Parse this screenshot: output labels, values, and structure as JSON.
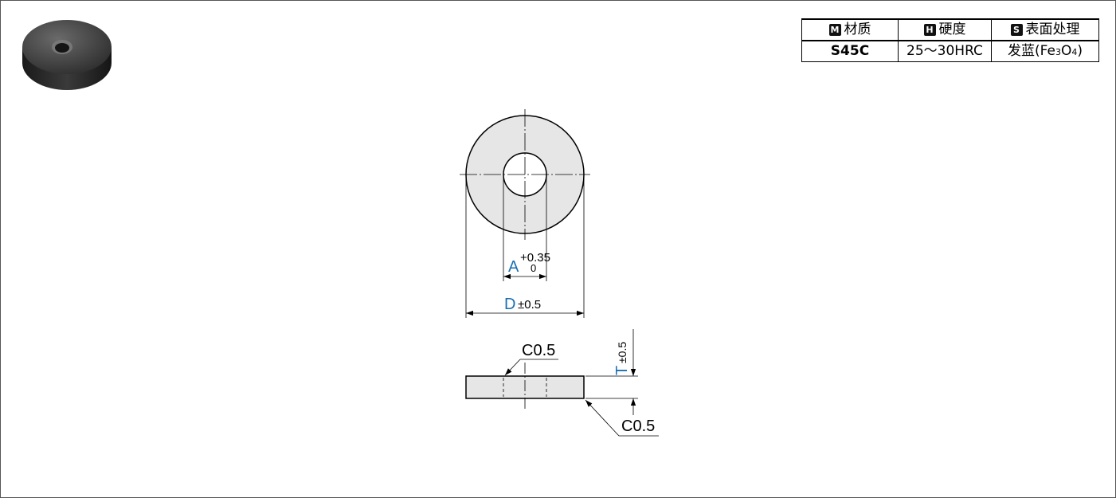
{
  "spec_table": {
    "headers": [
      {
        "badge": "M",
        "label": "材质"
      },
      {
        "badge": "H",
        "label": "硬度"
      },
      {
        "badge": "S",
        "label": "表面处理"
      }
    ],
    "values": {
      "material": "S45C",
      "hardness": "25～30HRC",
      "finish_prefix": "发蓝(Fe",
      "finish_sub1": "3",
      "finish_mid": "O",
      "finish_sub2": "4",
      "finish_suffix": ")"
    }
  },
  "dimensions": {
    "A": {
      "symbol": "A",
      "upper": "+0.35",
      "lower": "0"
    },
    "D": {
      "symbol": "D",
      "tolerance": "±0.5"
    },
    "T": {
      "symbol": "T",
      "tolerance": "±0.5"
    },
    "chamfer_top": "C0.5",
    "chamfer_bottom": "C0.5"
  },
  "colors": {
    "dimension_symbol": "#1a6fb3",
    "part_fill": "#e6e6e6",
    "line": "#000000"
  }
}
